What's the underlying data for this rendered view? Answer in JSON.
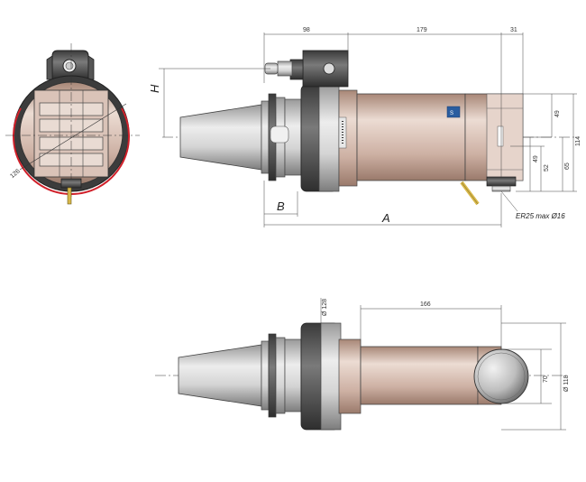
{
  "labels": {
    "d98": "98",
    "d179": "179",
    "d31": "31",
    "H": "H",
    "B": "B",
    "A": "A",
    "d49a": "49",
    "d114": "114",
    "d49b": "49",
    "d52": "52",
    "d65": "65",
    "d126": "126",
    "collet_note": "ER25 max Ø16",
    "d128": "Ø 128",
    "d166": "166",
    "d70": "70",
    "d118": "Ø 118"
  },
  "colors": {
    "body": "#cdb0a3",
    "body_light": "#ead9d0",
    "body_dark": "#a88777",
    "steel": "#bdbdbd",
    "steel_light": "#e6e6e6",
    "steel_dark": "#6e6e6e",
    "clamp": "#4a4a4a",
    "highlight": "#d0202a",
    "logo": "#2a5d9f",
    "coolant": "#d8b84a"
  }
}
